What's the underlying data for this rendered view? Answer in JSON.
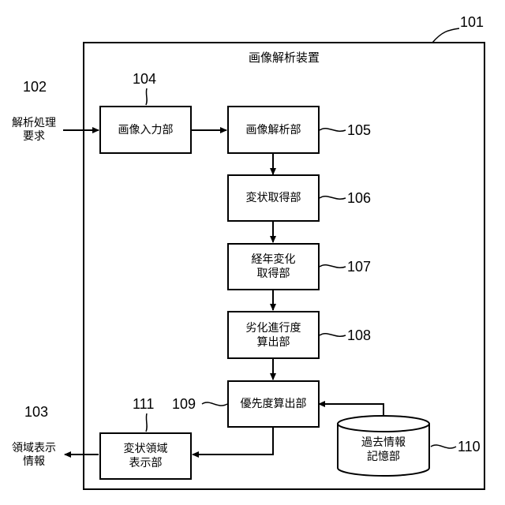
{
  "diagram": {
    "device_title": "画像解析装置",
    "refs": {
      "device": "101",
      "request": "102",
      "output": "103",
      "input": "104",
      "analysis": "105",
      "deform": "106",
      "aging": "107",
      "degrade": "108",
      "priority": "109",
      "storage": "110",
      "display": "111"
    },
    "request_label": {
      "line1": "解析処理",
      "line2": "要求"
    },
    "output_label": {
      "line1": "領域表示",
      "line2": "情報"
    },
    "boxes": {
      "image_input": {
        "line1": "画像入力部"
      },
      "image_analysis": {
        "line1": "画像解析部"
      },
      "deformation": {
        "line1": "変状取得部"
      },
      "aging_change": {
        "line1": "経年変化",
        "line2": "取得部"
      },
      "degradation": {
        "line1": "劣化進行度",
        "line2": "算出部"
      },
      "priority_calc": {
        "line1": "優先度算出部"
      },
      "deform_display": {
        "line1": "変状領域",
        "line2": "表示部"
      }
    },
    "storage_label": {
      "line1": "過去情報",
      "line2": "記憶部"
    }
  }
}
